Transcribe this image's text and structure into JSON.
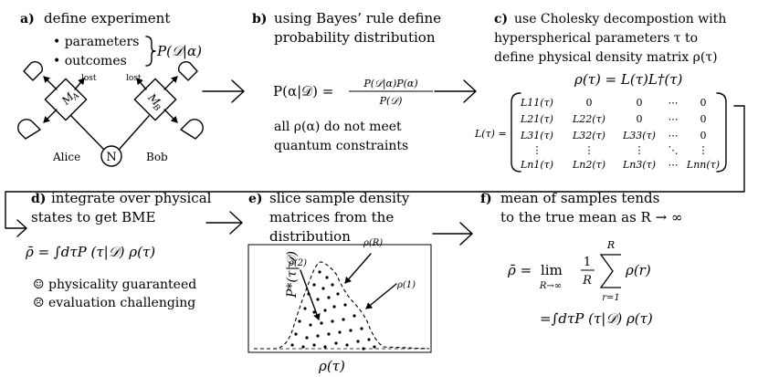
{
  "panel_a": {
    "letter": "a)",
    "title": "define experiment",
    "bullets": [
      "• parameters",
      "• outcomes"
    ],
    "brace_label": "P(𝒟|α)",
    "alice": "Alice",
    "bob": "Bob",
    "source": "N",
    "lost_left": "lost",
    "lost_right": "lost",
    "box_left": "M",
    "box_left_sub": "A",
    "box_right": "M",
    "box_right_sub": "B"
  },
  "panel_b": {
    "letter": "b)",
    "lines": [
      "using Bayes’ rule define",
      "probability distribution"
    ],
    "formula_lhs": "P(α|𝒟) =",
    "numerator": "P(𝒟|α)P(α)",
    "denominator": "P(𝒟)",
    "note": [
      "all ρ(α) do not meet",
      "quantum constraints"
    ]
  },
  "panel_c": {
    "letter": "c)",
    "lines": [
      "use Cholesky decompostion with",
      "hyperspherical parameters τ to",
      "define physical density matrix ρ(τ)"
    ],
    "formula": "ρ(τ) = L(τ)L†(τ)",
    "matrix_lhs": "L(τ) =",
    "matrix": [
      [
        "L11(τ)",
        "0",
        "0",
        "⋯",
        "0"
      ],
      [
        "L21(τ)",
        "L22(τ)",
        "0",
        "⋯",
        "0"
      ],
      [
        "L31(τ)",
        "L32(τ)",
        "L33(τ)",
        "⋯",
        "0"
      ],
      [
        "⋮",
        "⋮",
        "⋮",
        "⋱",
        "⋮"
      ],
      [
        "Ln1(τ)",
        "Ln2(τ)",
        "Ln3(τ)",
        "⋯",
        "Lnn(τ)"
      ]
    ]
  },
  "panel_d": {
    "letter": "d)",
    "lines": [
      "integrate over physical",
      "states to get BME"
    ],
    "formula": "ρ̄ = ∫dτP (τ|𝒟) ρ(τ)",
    "pros": "☺ physicality guaranteed",
    "cons": "☹ evaluation challenging"
  },
  "panel_e": {
    "letter": "e)",
    "lines": [
      "slice sample density",
      "matrices from the",
      "distribution"
    ],
    "ylabel": "P*(τ|𝒟)",
    "xlabel": "ρ(τ)",
    "label_2": "ρ(2)",
    "label_R": "ρ(R)",
    "label_1": "ρ(1)"
  },
  "panel_f": {
    "letter": "f)",
    "lines": [
      "mean of samples tends",
      "to the true mean as R → ∞"
    ],
    "formula_lhs": "ρ̄ =",
    "lim": "lim",
    "lim_sub": "R→∞",
    "frac_num": "1",
    "frac_den": "R",
    "sum_top": "R",
    "sum_bot": "r=1",
    "sum_term": "ρ(r)",
    "formula2": "=∫dτP (τ|𝒟) ρ(τ)"
  }
}
